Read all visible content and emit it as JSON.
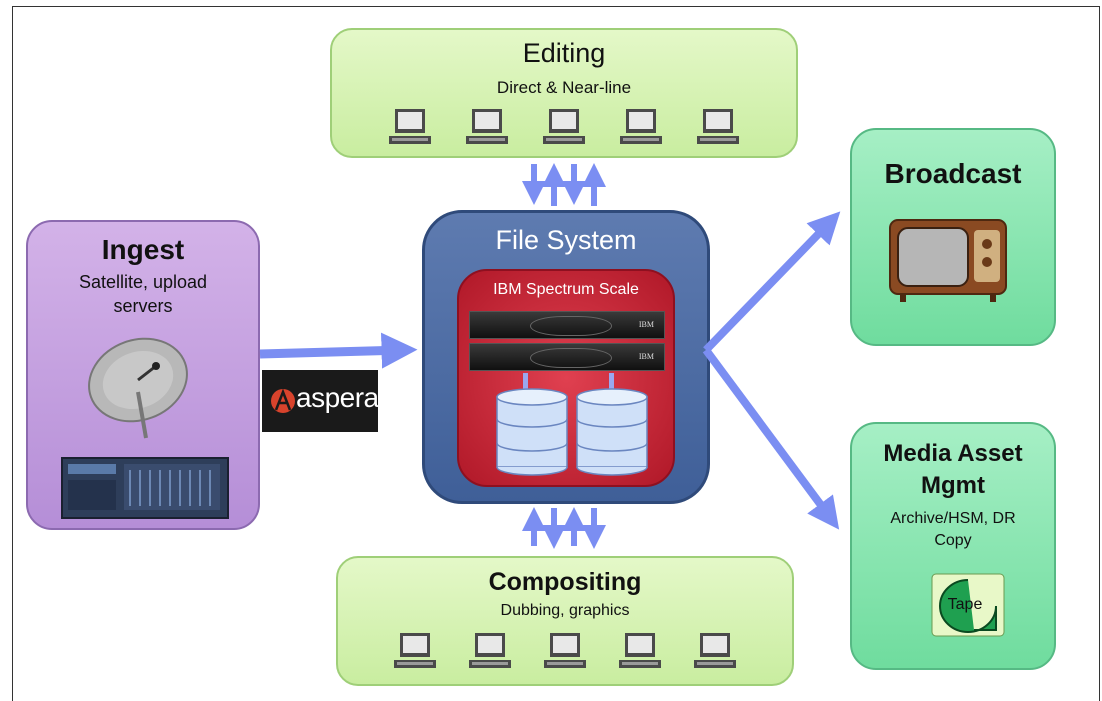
{
  "editing": {
    "title": "Editing",
    "subtitle": "Direct & Near-line",
    "workstations": 5
  },
  "broadcast": {
    "title": "Broadcast",
    "icon": "tv-icon"
  },
  "ingest": {
    "title": "Ingest",
    "subtitle_line1": "Satellite, upload",
    "subtitle_line2": "servers",
    "icons": [
      "satellite-dish-icon",
      "server-rack-icon"
    ]
  },
  "file_system": {
    "title": "File System",
    "inner_title": "IBM Spectrum Scale",
    "servers": [
      {
        "label": "IBM"
      },
      {
        "label": "IBM"
      }
    ],
    "disk_stacks": 2
  },
  "aspera": {
    "label": "aspera"
  },
  "media_asset": {
    "title_line1": "Media Asset",
    "title_line2": "Mgmt",
    "subtitle_line1": "Archive/HSM, DR",
    "subtitle_line2": "Copy",
    "tape_label": "Tape"
  },
  "compositing": {
    "title": "Compositing",
    "subtitle": "Dubbing, graphics",
    "workstations": 5
  },
  "colors": {
    "arrow": "#7b8ef2",
    "editing_bg": "#d2f1b0",
    "broadcast_bg": "#8ae3b2",
    "ingest_bg": "#c6a2e2",
    "file_system_bg": "#4e6ba4",
    "ibm_bg": "#c8202f",
    "tape_bg": "#1fa050"
  }
}
